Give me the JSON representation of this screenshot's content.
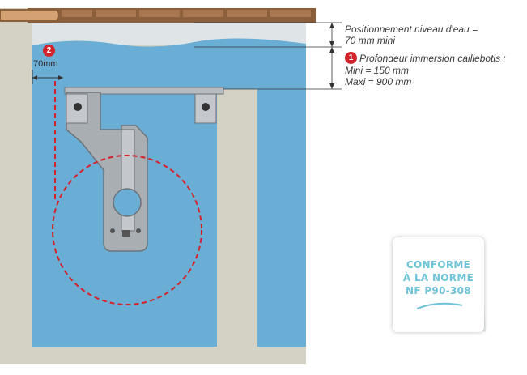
{
  "annotations": {
    "water_level_line1": "Positionnement niveau d'eau =",
    "water_level_line2": "70 mm mini",
    "badge_1": "1",
    "immersion_title": "Profondeur immersion caillebotis :",
    "immersion_min": "Mini =  150 mm",
    "immersion_max": "Maxi = 900 mm",
    "badge_2": "2",
    "clearance_label": "70mm"
  },
  "seal": {
    "line1": "CONFORME",
    "line2": "À LA NORME",
    "line3": "NF P90-308"
  },
  "colors": {
    "water": "#6aaed6",
    "wall": "#d4d2c4",
    "coping": "#8b5e3c",
    "bracket": "#a9aeb3",
    "accent_red": "#d3222a",
    "seal_text": "#6fc3d8"
  }
}
